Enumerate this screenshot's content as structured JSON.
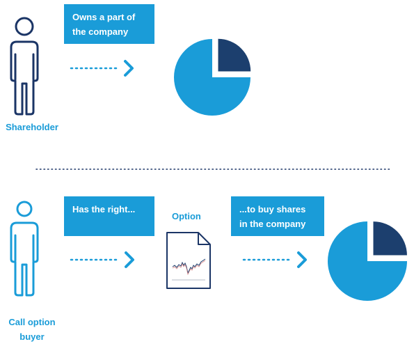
{
  "colors": {
    "accent": "#1a9cd8",
    "dark": "#1c3f6e",
    "outline": "#1b3566",
    "white": "#ffffff"
  },
  "top": {
    "role_label": "Shareholder",
    "callout_line1": "Owns a part of",
    "callout_line2": "the company",
    "share_fraction": 0.25
  },
  "bottom": {
    "role_label_line1": "Call option",
    "role_label_line2": "buyer",
    "callout1": "Has the right...",
    "option_label": "Option",
    "callout2_line1": "...to buy shares",
    "callout2_line2": "in the company",
    "share_fraction": 0.25
  },
  "icons": [
    "person-icon",
    "arrow-right-icon",
    "pie-chart-icon",
    "document-chart-icon"
  ]
}
